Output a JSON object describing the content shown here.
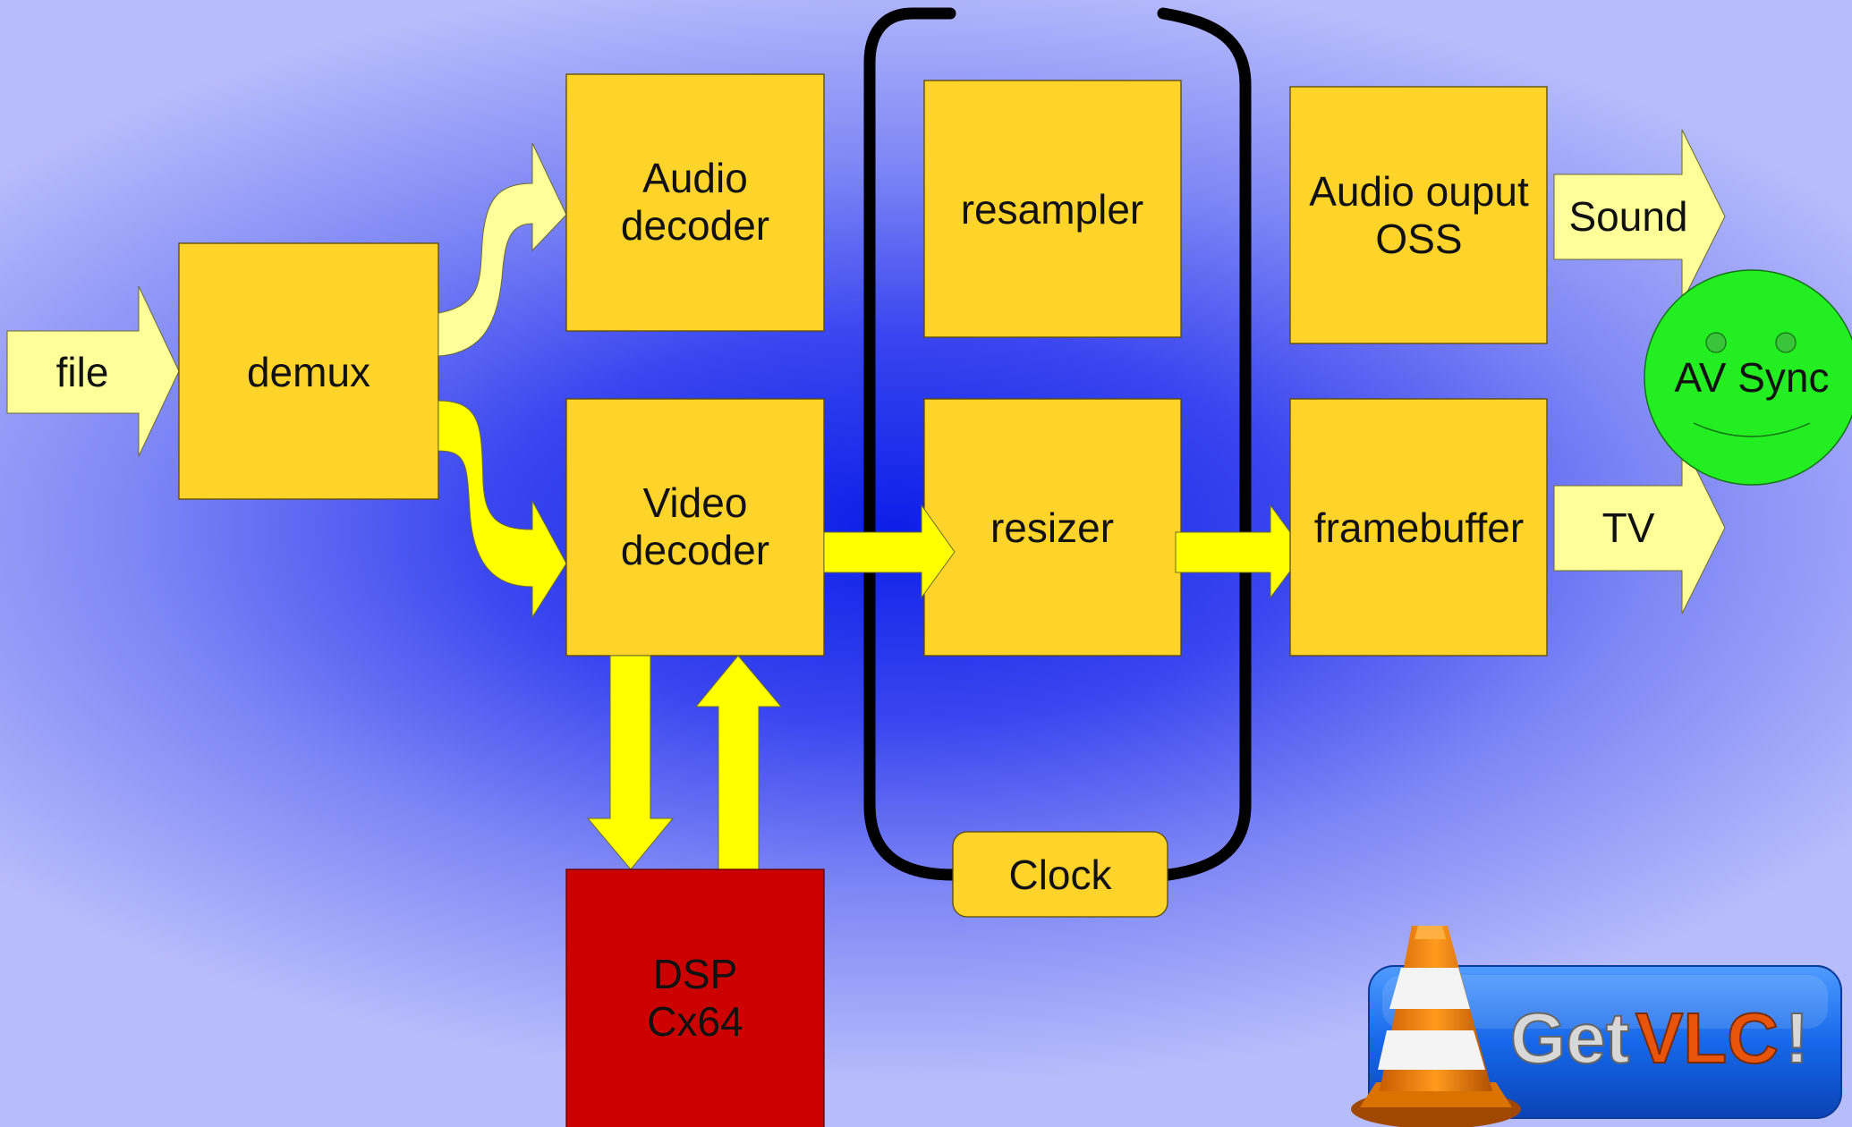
{
  "nodes": {
    "file": "file",
    "demux": "demux",
    "audio_decoder": [
      "Audio",
      "decoder"
    ],
    "video_decoder": [
      "Video",
      "decoder"
    ],
    "resampler": "resampler",
    "resizer": "resizer",
    "audio_output": [
      "Audio ouput",
      "OSS"
    ],
    "framebuffer": "framebuffer",
    "sound": "Sound",
    "tv": "TV",
    "av_sync": "AV Sync",
    "clock": "Clock",
    "dsp": [
      "DSP",
      "Cx64"
    ]
  },
  "badge": {
    "get": "Get",
    "vlc": "VLC",
    "bang": "!"
  },
  "colors": {
    "block": "#ffd42a",
    "arrow_pale": "#ffff99",
    "arrow_yellow": "#ffff00",
    "dsp": "#cc0000",
    "av_sync": "#22ee22",
    "badge_blue": "#1060e0",
    "vlc_orange": "#e8800a"
  }
}
